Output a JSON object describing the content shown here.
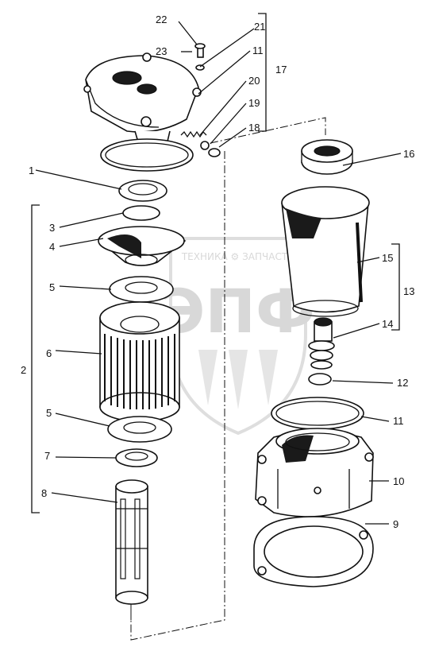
{
  "callouts": {
    "c1": "1",
    "c2": "2",
    "c3": "3",
    "c4": "4",
    "c5a": "5",
    "c5b": "5",
    "c6": "6",
    "c7": "7",
    "c8": "8",
    "c9": "9",
    "c10": "10",
    "c11a": "11",
    "c11b": "11",
    "c12": "12",
    "c13": "13",
    "c14": "14",
    "c15": "15",
    "c16": "16",
    "c17": "17",
    "c18": "18",
    "c19": "19",
    "c20": "20",
    "c21": "21",
    "c22": "22",
    "c23": "23"
  },
  "watermark": {
    "top": "ТЕХНИКА ⚙ ЗАПЧАСТИ",
    "big": "ЭПФ"
  }
}
